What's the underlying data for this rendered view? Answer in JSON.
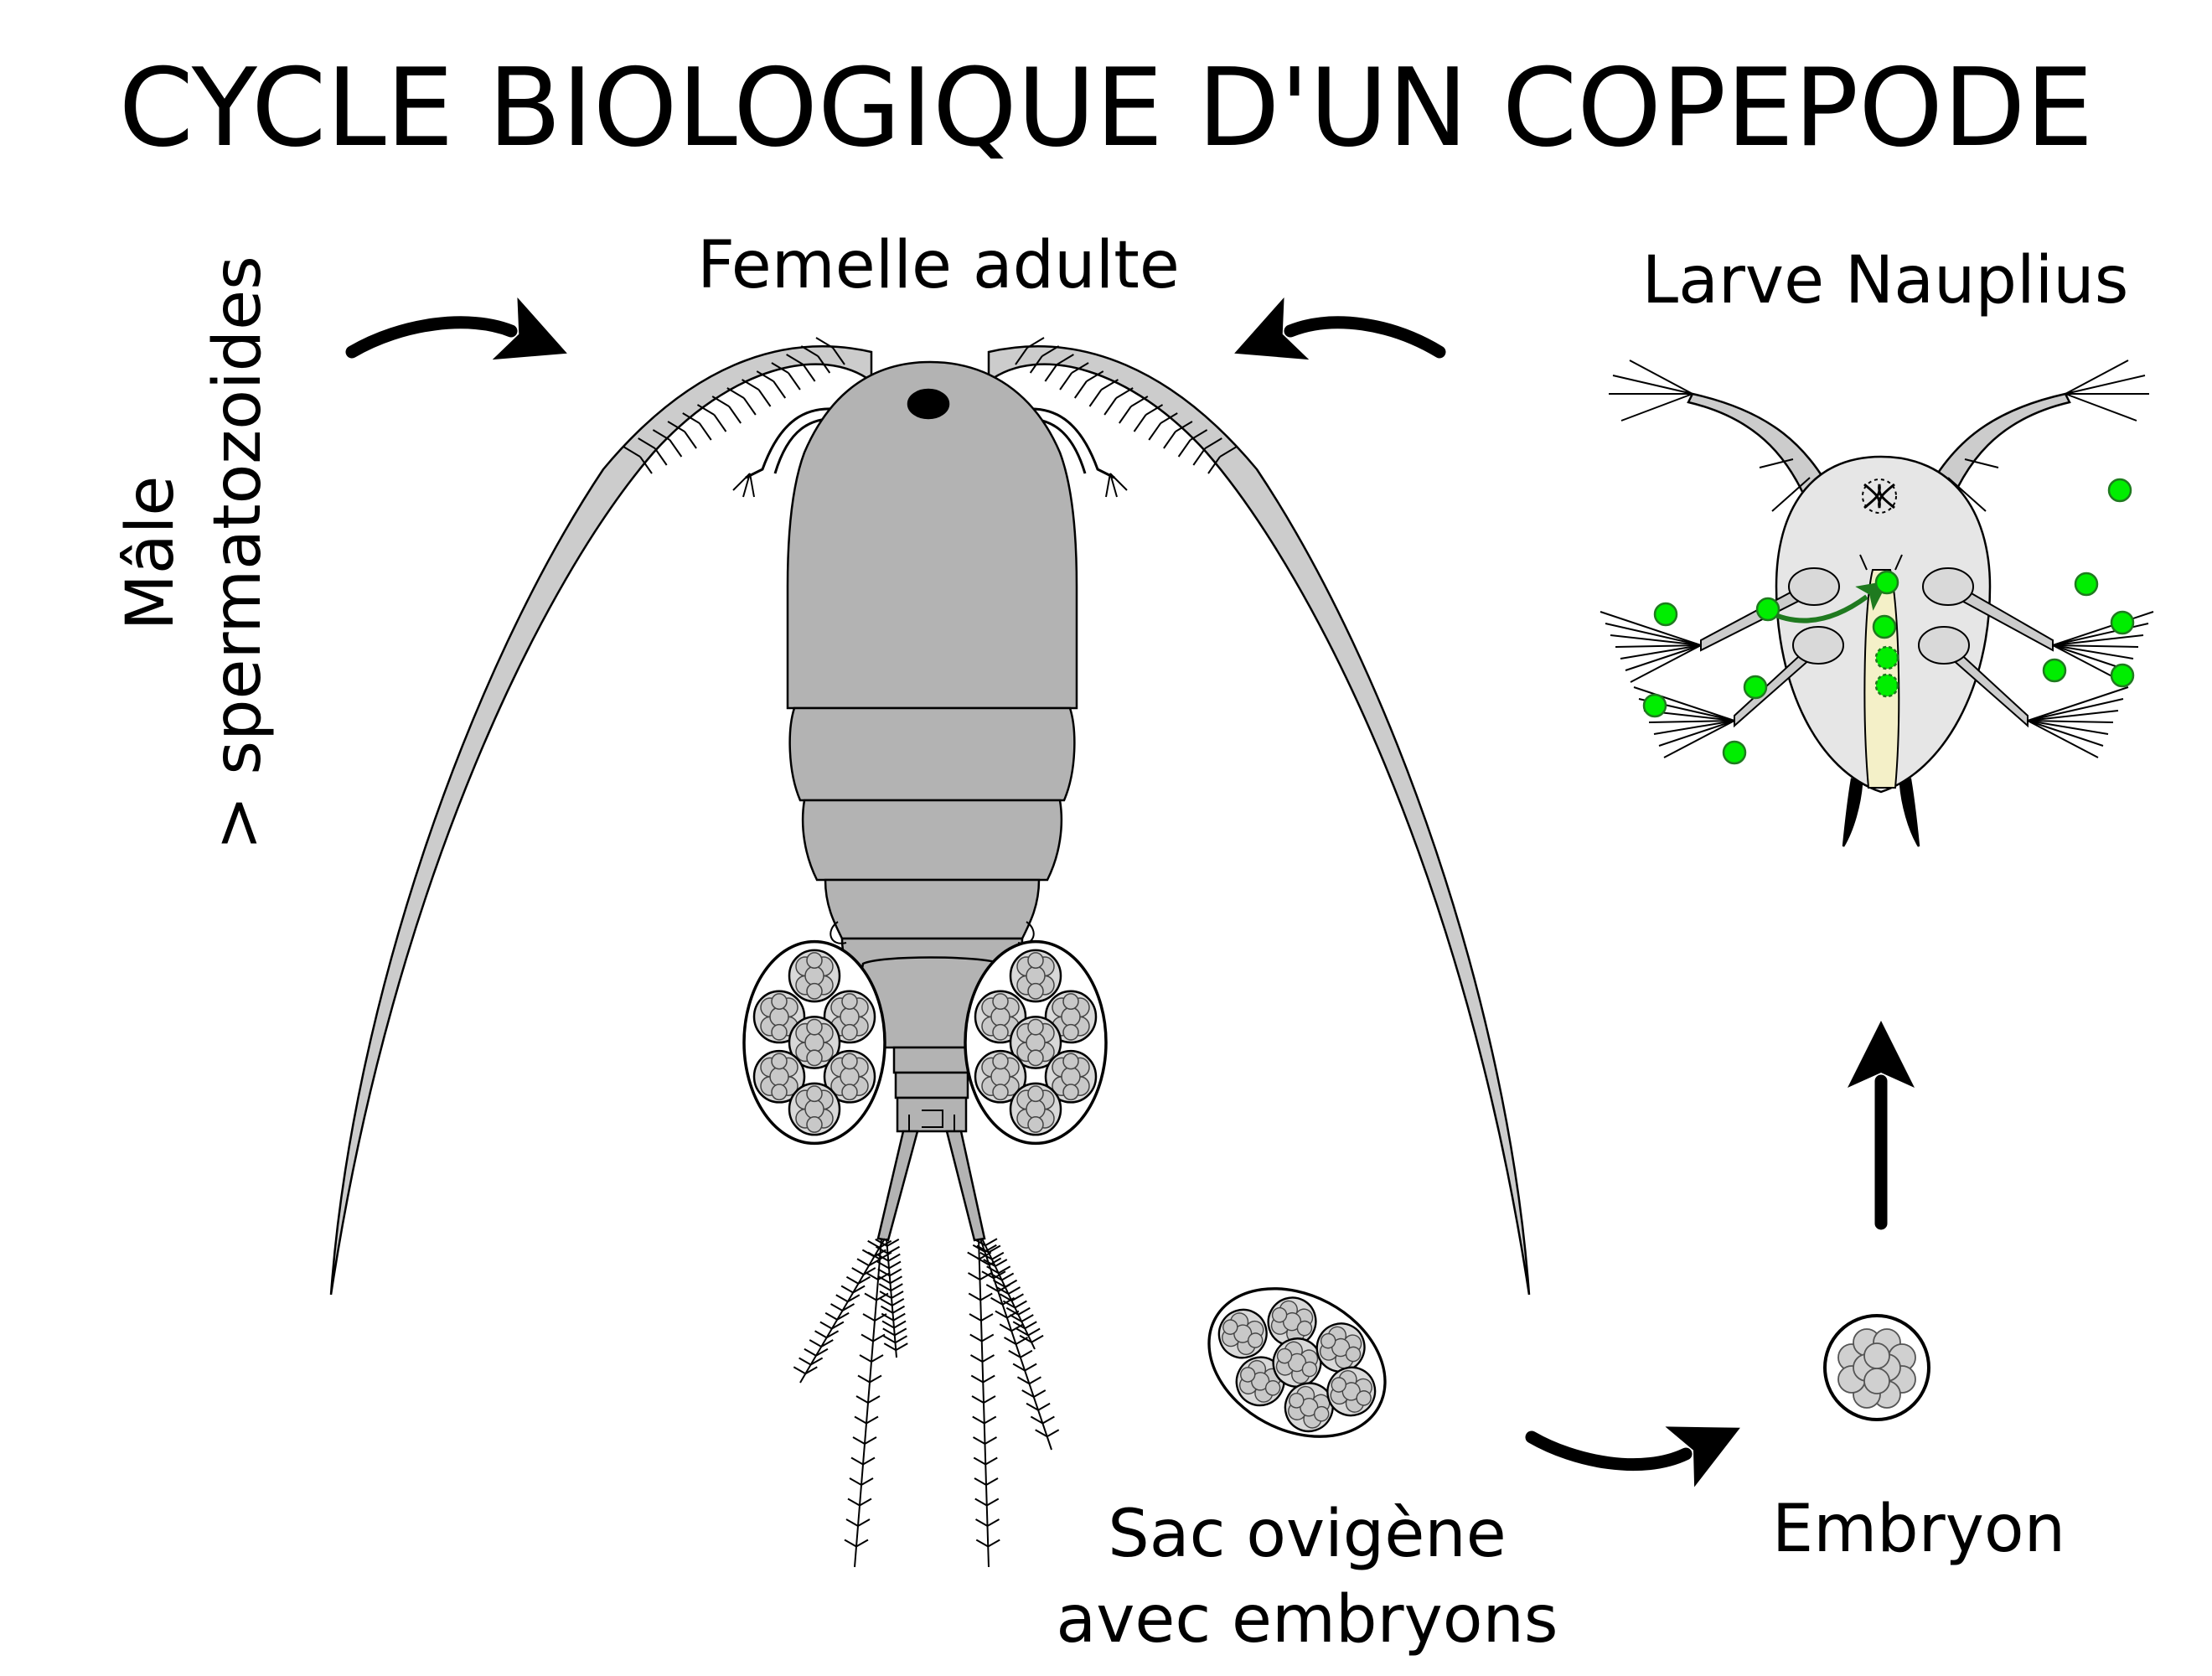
{
  "title": "CYCLE BIOLOGIQUE D'UN COPEPODE",
  "labels": {
    "female": "Femelle adulte",
    "male_line1": "Mâle",
    "male_line2": "> spermatozoides",
    "larva": "Larve Nauplius",
    "egg_sac_line1": "Sac ovigène",
    "egg_sac_line2": "avec embryons",
    "embryo": "Embryon"
  },
  "colors": {
    "body_fill": "#b3b3b3",
    "antenna_fill": "#cccccc",
    "outline": "#000000",
    "egg_fill": "#d9d9d9",
    "larva_fill": "#e6e6e6",
    "gut_fill": "#f4f0c8",
    "food_particle": "#00ee00",
    "food_arrow": "#1f7a1f",
    "arrow": "#000000"
  },
  "icons": {
    "lifecycle_arrows": "curved-arrow",
    "embryo_to_larva": "straight-arrow-up"
  }
}
